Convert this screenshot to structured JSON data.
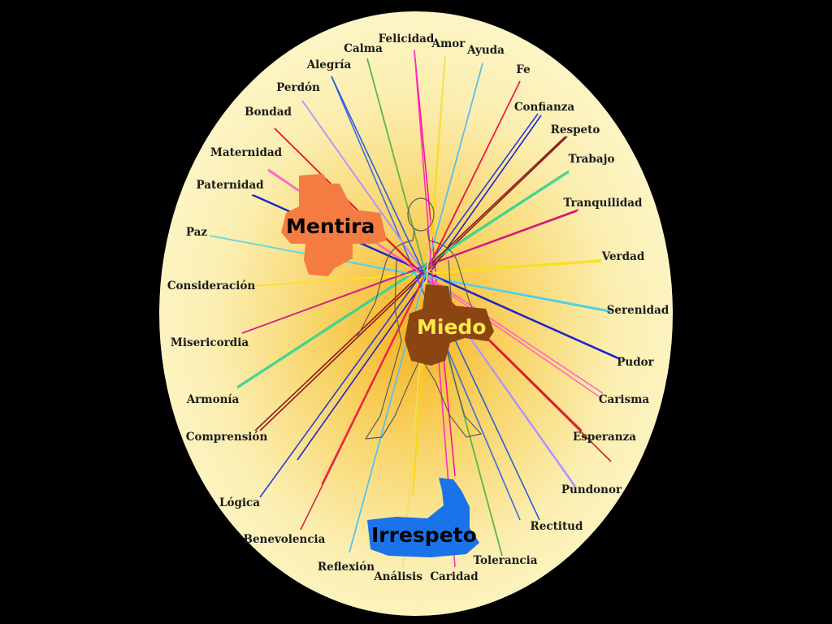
{
  "colors": {
    "background": "#000000",
    "oval_edge": "#fdf6c3",
    "oval_center": "#f6b21f",
    "mentira": "#f47c42",
    "miedo": "#8b4513",
    "irrespeto": "#1a73e8"
  },
  "virtues": [
    {
      "label": "Felicidad",
      "color": "#ff1493"
    },
    {
      "label": "Amor",
      "color": "#ffd700"
    },
    {
      "label": "Ayuda",
      "color": "#87ceeb"
    },
    {
      "label": "Calma",
      "color": "#6b8e23"
    },
    {
      "label": "Alegría",
      "color": "#4169e1"
    },
    {
      "label": "Fe",
      "color": "#ff3030"
    },
    {
      "label": "Perdón",
      "color": "#b0a0ff"
    },
    {
      "label": "Confianza",
      "color": "#2222cc"
    },
    {
      "label": "Bondad",
      "color": "#d62020"
    },
    {
      "label": "Respeto",
      "color": "#8b1a1a"
    },
    {
      "label": "Maternidad",
      "color": "#ff69b4"
    },
    {
      "label": "Trabajo",
      "color": "#3cd070"
    },
    {
      "label": "Paternidad",
      "color": "#1c2dbd"
    },
    {
      "label": "Tranquilidad",
      "color": "#d01060"
    },
    {
      "label": "Paz",
      "color": "#40c8e0"
    },
    {
      "label": "Verdad",
      "color": "#f0e010"
    },
    {
      "label": "Consideración",
      "color": "#ffe020"
    },
    {
      "label": "Serenidad",
      "color": "#5fd7e8"
    },
    {
      "label": "Misericordia",
      "color": "#d0208a"
    },
    {
      "label": "Pudor",
      "color": "#1e22c8"
    },
    {
      "label": "Armonía",
      "color": "#30d8b0"
    },
    {
      "label": "Carisma",
      "color": "#ff60d0"
    },
    {
      "label": "Comprensión",
      "color": "#8b1a1a"
    },
    {
      "label": "Esperanza",
      "color": "#e81030"
    },
    {
      "label": "Lógica",
      "color": "#2a3cd8"
    },
    {
      "label": "Pundonor",
      "color": "#b090ff"
    },
    {
      "label": "Benevolencia",
      "color": "#e02050"
    },
    {
      "label": "Rectitud",
      "color": "#2a5fd8"
    },
    {
      "label": "Reflexión",
      "color": "#4fc0f0"
    },
    {
      "label": "Tolerancia",
      "color": "#5ab84a"
    },
    {
      "label": "Análisis",
      "color": "#f0e060"
    },
    {
      "label": "Caridad",
      "color": "#ff30c0"
    }
  ],
  "blobs": {
    "mentira": "Mentira",
    "miedo": "Miedo",
    "irrespeto": "Irrespeto"
  }
}
